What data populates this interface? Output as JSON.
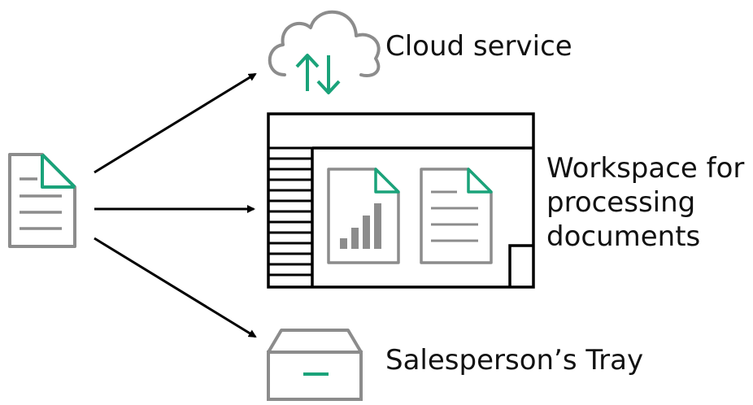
{
  "labels": {
    "cloud_service": "Cloud service",
    "workspace_line1": "Workspace for",
    "workspace_line2": "processing",
    "workspace_line3": "documents",
    "salesperson_tray": "Salesperson’s Tray"
  },
  "icons": {
    "source": "document-icon",
    "cloud": "cloud-sync-icon",
    "workspace": "workspace-window-icon",
    "chart_doc": "chart-document-icon",
    "text_doc": "document-icon",
    "tray": "tray-icon"
  },
  "colors": {
    "line": "#000000",
    "icon_gray": "#8c8c8c",
    "accent": "#1aa37a"
  }
}
